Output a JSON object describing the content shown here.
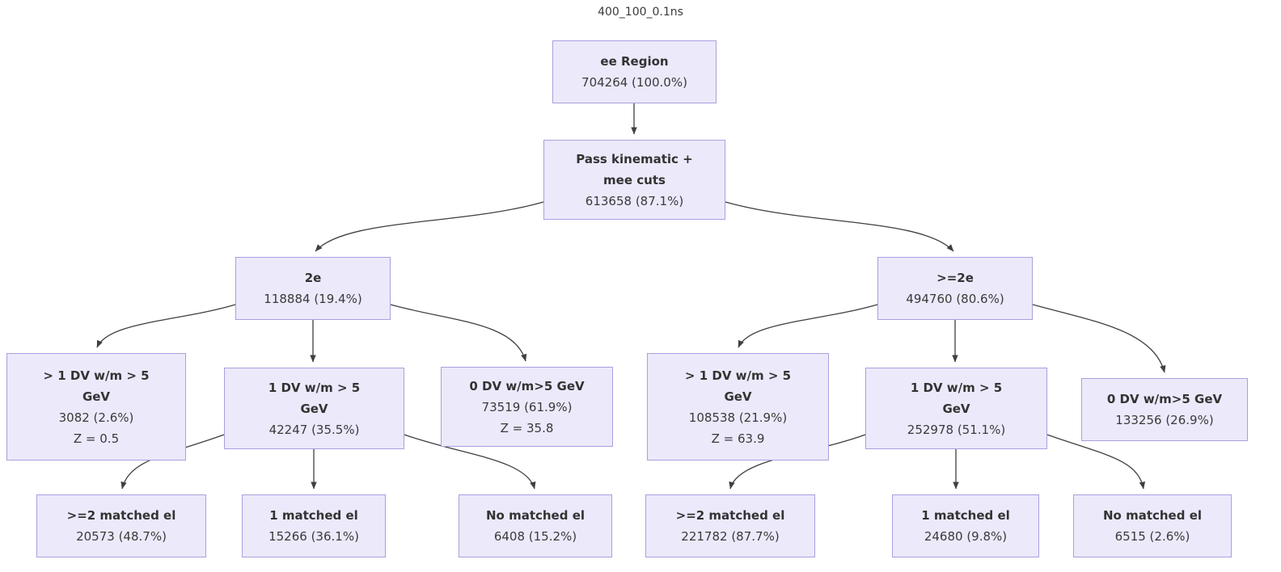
{
  "diagram_title": "400_100_0.1ns",
  "colors": {
    "node_fill": "#ece9fb",
    "node_border": "#ac9ede",
    "edge": "#3f3f3f",
    "text": "#333333"
  },
  "nodes": {
    "ee": {
      "label": "ee Region",
      "value": "704264 (100.0%)"
    },
    "pass": {
      "label": "Pass kinematic +\nmee cuts",
      "value": "613658 (87.1%)"
    },
    "e2": {
      "label": "2e",
      "value": "118884 (19.4%)"
    },
    "ge2e": {
      "label": ">=2e",
      "value": "494760 (80.6%)"
    },
    "l_gt1dv": {
      "label": "> 1 DV w/m > 5\nGeV",
      "value": "3082 (2.6%)",
      "z": "Z = 0.5"
    },
    "l_1dv": {
      "label": "1 DV w/m > 5\nGeV",
      "value": "42247 (35.5%)"
    },
    "l_0dv": {
      "label": "0 DV w/m>5 GeV",
      "value": "73519 (61.9%)",
      "z": "Z = 35.8"
    },
    "r_gt1dv": {
      "label": "> 1 DV w/m > 5\nGeV",
      "value": "108538 (21.9%)",
      "z": "Z = 63.9"
    },
    "r_1dv": {
      "label": "1 DV w/m > 5\nGeV",
      "value": "252978 (51.1%)"
    },
    "r_0dv": {
      "label": "0 DV w/m>5 GeV",
      "value": "133256 (26.9%)"
    },
    "l_ge2m": {
      "label": ">=2 matched el",
      "value": "20573 (48.7%)"
    },
    "l_1m": {
      "label": "1 matched el",
      "value": "15266 (36.1%)"
    },
    "l_0m": {
      "label": "No matched el",
      "value": "6408 (15.2%)"
    },
    "r_ge2m": {
      "label": ">=2 matched el",
      "value": "221782 (87.7%)"
    },
    "r_1m": {
      "label": "1 matched el",
      "value": "24680 (9.8%)"
    },
    "r_0m": {
      "label": "No matched el",
      "value": "6515 (2.6%)"
    }
  },
  "edges": [
    {
      "from": "ee",
      "to": "pass"
    },
    {
      "from": "pass",
      "to": "e2"
    },
    {
      "from": "pass",
      "to": "ge2e"
    },
    {
      "from": "e2",
      "to": "l_gt1dv"
    },
    {
      "from": "e2",
      "to": "l_1dv"
    },
    {
      "from": "e2",
      "to": "l_0dv"
    },
    {
      "from": "ge2e",
      "to": "r_gt1dv"
    },
    {
      "from": "ge2e",
      "to": "r_1dv"
    },
    {
      "from": "ge2e",
      "to": "r_0dv"
    },
    {
      "from": "l_1dv",
      "to": "l_ge2m"
    },
    {
      "from": "l_1dv",
      "to": "l_1m"
    },
    {
      "from": "l_1dv",
      "to": "l_0m"
    },
    {
      "from": "r_1dv",
      "to": "r_ge2m"
    },
    {
      "from": "r_1dv",
      "to": "r_1m"
    },
    {
      "from": "r_1dv",
      "to": "r_0m"
    }
  ]
}
